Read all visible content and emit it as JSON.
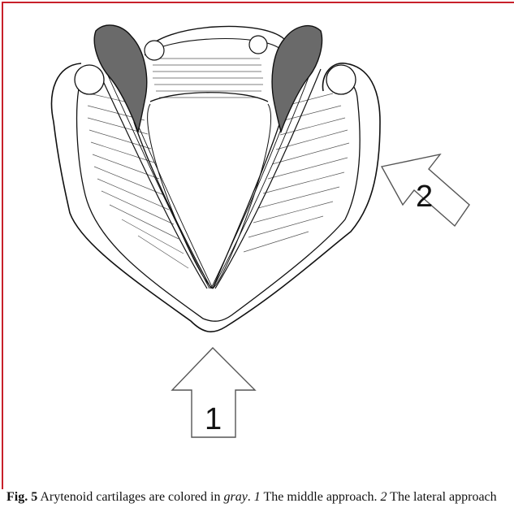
{
  "figure": {
    "arrow_1_label": "1",
    "arrow_2_label": "2",
    "cartilage_color": "#6a6a6a"
  },
  "caption": {
    "fig_label": "Fig. 5",
    "text_a": " Arytenoid cartilages are colored in ",
    "gray_word": "gray",
    "text_b": ".  ",
    "num1": "1",
    "text_c": " The middle approach.  ",
    "num2": "2",
    "text_d": " The lateral approach"
  }
}
